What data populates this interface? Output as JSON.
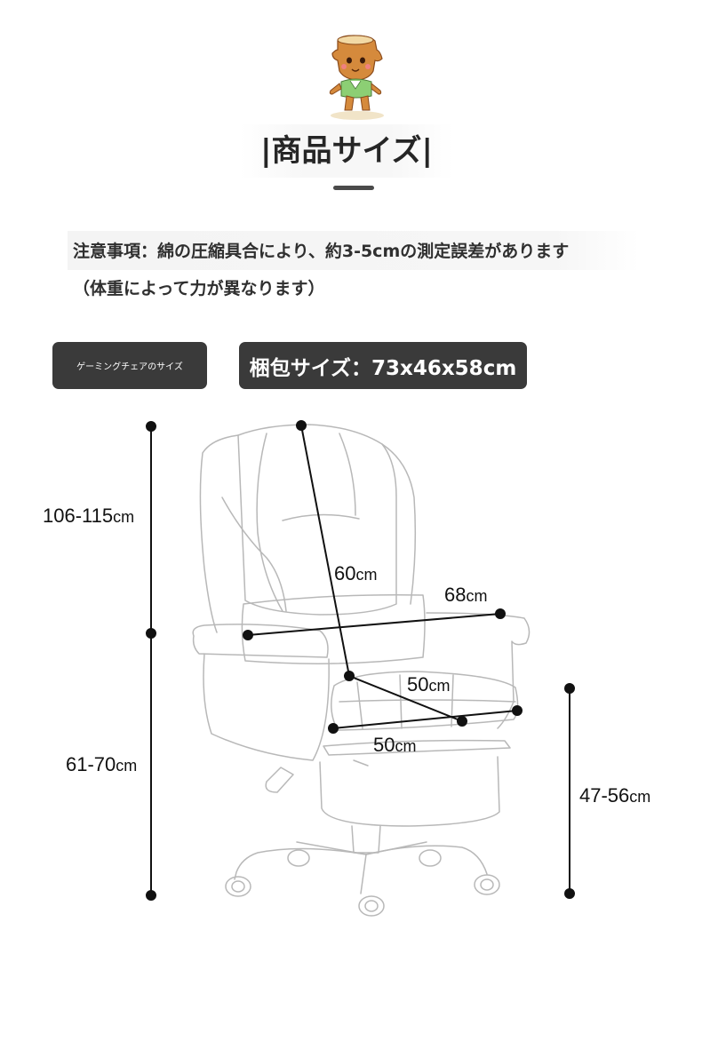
{
  "section_title": "|商品サイズ|",
  "notice": {
    "line1": "注意事項：綿の圧縮具合により、約3-5cmの測定誤差があります",
    "line2": "（体重によって力が異なります）"
  },
  "tags": {
    "chair_size": "ゲーミングチェアのサイズ",
    "package_size": "梱包サイズ：73x46x58cm"
  },
  "dimensions": {
    "total_height": {
      "value": "106-115",
      "unit": "cm"
    },
    "armrest_height": {
      "value": "61-70",
      "unit": "cm"
    },
    "seat_height": {
      "value": "47-56",
      "unit": "cm"
    },
    "backrest_height": {
      "value": "60",
      "unit": "cm"
    },
    "armrest_width": {
      "value": "68",
      "unit": "cm"
    },
    "seat_depth": {
      "value": "50",
      "unit": "cm"
    },
    "seat_width": {
      "value": "50",
      "unit": "cm"
    }
  },
  "colors": {
    "tag_bg": "#3a3a3a",
    "line": "#111111",
    "chair_outline": "#b8b8b8"
  },
  "icons": [
    "mascot-icon"
  ]
}
